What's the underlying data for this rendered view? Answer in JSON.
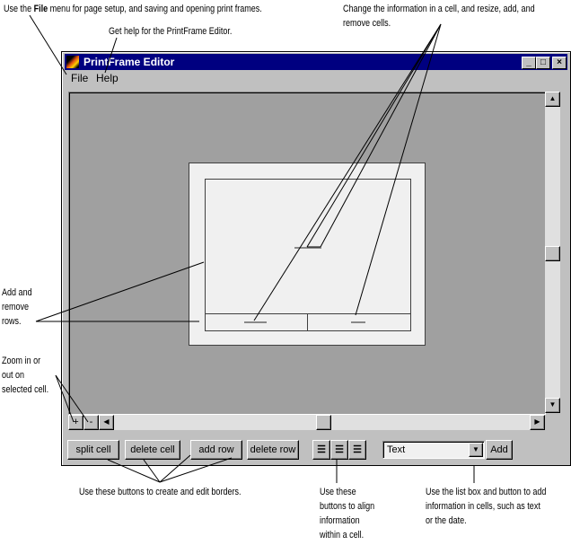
{
  "window": {
    "title": "PrintFrame Editor",
    "menu": [
      "File",
      "Help"
    ]
  },
  "toolbar": {
    "zoom_in": "+",
    "zoom_out": "-",
    "split_cell": "split cell",
    "delete_cell": "delete cell",
    "add_row": "add row",
    "delete_row": "delete row",
    "align_left": "left-align-icon",
    "align_center": "center-align-icon",
    "align_right": "right-align-icon",
    "info_select": "Text",
    "add": "Add"
  },
  "notes": {
    "file_pre": "Use the ",
    "file_bold": "File",
    "file_post": " menu for page setup, and saving and opening print frames.",
    "help": "Get help for the PrintFrame Editor.",
    "cells": [
      "Change the information in a cell, and resize, add, and",
      "remove cells."
    ],
    "rows": [
      "Add and",
      "remove",
      "rows."
    ],
    "zoom": [
      "Zoom in or",
      "out on",
      "selected cell."
    ],
    "borders": "Use these buttons to create and edit borders.",
    "align": [
      "Use these",
      "buttons to align",
      "information",
      "within a cell."
    ],
    "listbox": [
      "Use the list box and button to add",
      "information in cells, such as text",
      "or the date."
    ]
  },
  "colors": {
    "titlebar": "#000080",
    "canvas": "#a0a0a0",
    "paper": "#f0f0f0"
  }
}
